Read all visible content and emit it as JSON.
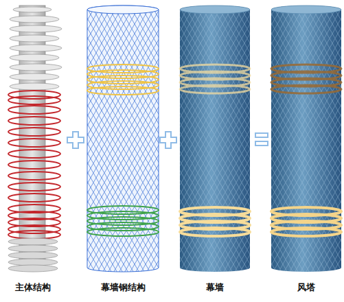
{
  "diagram": {
    "labels": [
      "主体结构",
      "幕墙钢结构",
      "幕墙",
      "风塔"
    ]
  }
}
